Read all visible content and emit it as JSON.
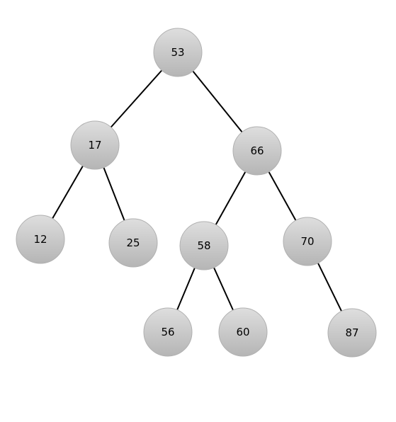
{
  "tree": {
    "nodes": [
      {
        "id": "n53",
        "value": "53"
      },
      {
        "id": "n17",
        "value": "17"
      },
      {
        "id": "n66",
        "value": "66"
      },
      {
        "id": "n12",
        "value": "12"
      },
      {
        "id": "n25",
        "value": "25"
      },
      {
        "id": "n58",
        "value": "58"
      },
      {
        "id": "n70",
        "value": "70"
      },
      {
        "id": "n56",
        "value": "56"
      },
      {
        "id": "n60",
        "value": "60"
      },
      {
        "id": "n87",
        "value": "87"
      }
    ],
    "edges": [
      {
        "from": "n53",
        "to": "n17"
      },
      {
        "from": "n53",
        "to": "n66"
      },
      {
        "from": "n17",
        "to": "n12"
      },
      {
        "from": "n17",
        "to": "n25"
      },
      {
        "from": "n66",
        "to": "n58"
      },
      {
        "from": "n66",
        "to": "n70"
      },
      {
        "from": "n58",
        "to": "n56"
      },
      {
        "from": "n58",
        "to": "n60"
      },
      {
        "from": "n70",
        "to": "n87"
      }
    ],
    "colors": {
      "node_fill_top": "#dedede",
      "node_fill_bottom": "#b5b5b5",
      "node_stroke": "#b0b0b0",
      "edge": "#000000",
      "label": "#000000"
    }
  }
}
